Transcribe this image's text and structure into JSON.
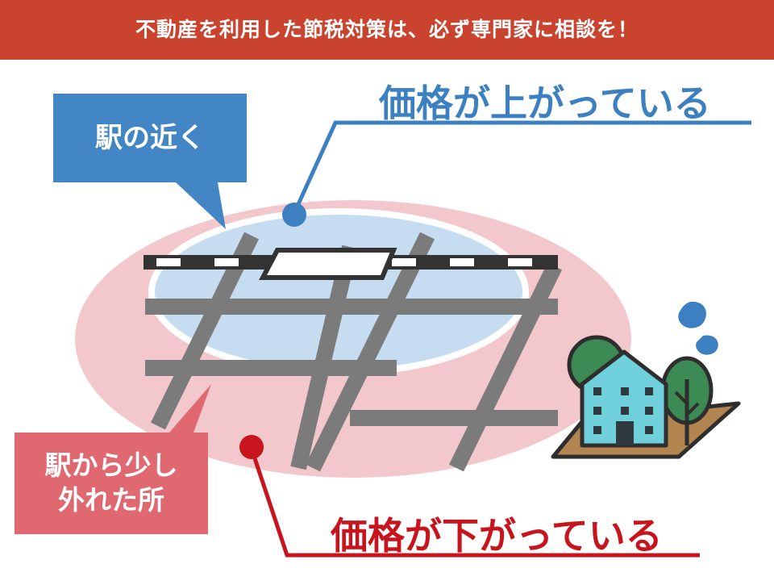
{
  "banner": {
    "title": "不動産を利用した節税対策は、必ず専門家に相談を！"
  },
  "callouts": {
    "near_station": "駅の近く",
    "away_station_line1": "駅から少し",
    "away_station_line2": "外れた所"
  },
  "annotations": {
    "price_up": "価格が上がっている",
    "price_down": "価格が下がっている"
  },
  "colors": {
    "banner_red": "#c9432f",
    "callout_blue": "#4386c6",
    "callout_pink": "#e06870",
    "price_up_blue": "#3c80c2",
    "price_down_red": "#c8141c",
    "outer_zone_pink": "#f2c8cc",
    "inner_zone_blue": "#c6dcf0",
    "road_gray": "#7b7b7b",
    "house_teal": "#6fd0dc"
  },
  "icons": {
    "station": "station-building-icon",
    "house": "house-icon",
    "sweat": "sweat-drops-icon"
  }
}
